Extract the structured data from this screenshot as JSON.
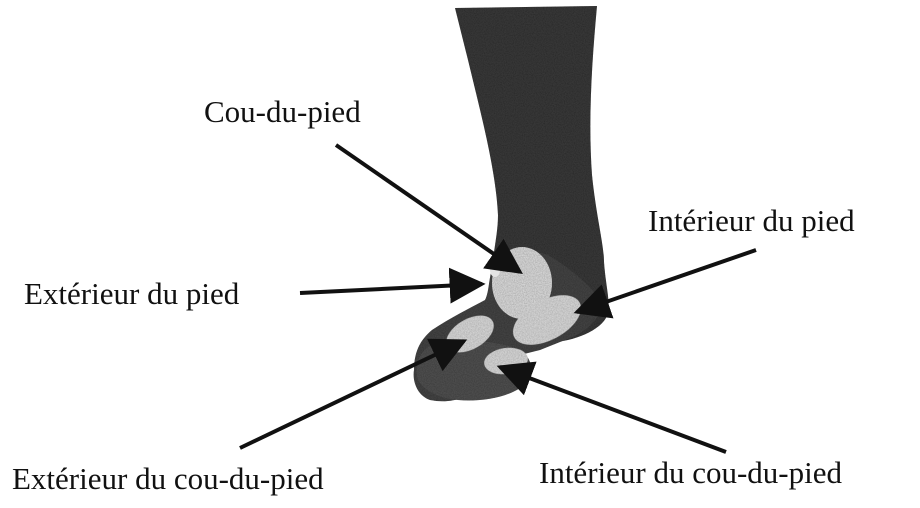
{
  "labels": {
    "cou_du_pied": "Cou-du-pied",
    "interieur_du_pied": "Intérieur du pied",
    "exterieur_du_pied": "Extérieur du pied",
    "exterieur_du_cou_du_pied": "Extérieur du cou-du-pied",
    "interieur_du_cou_du_pied": "Intérieur du cou-du-pied"
  },
  "colors": {
    "leg": "#3e3e3e",
    "contact_zone": "#e4e4e4",
    "arrow": "#111111",
    "text": "#111111"
  }
}
